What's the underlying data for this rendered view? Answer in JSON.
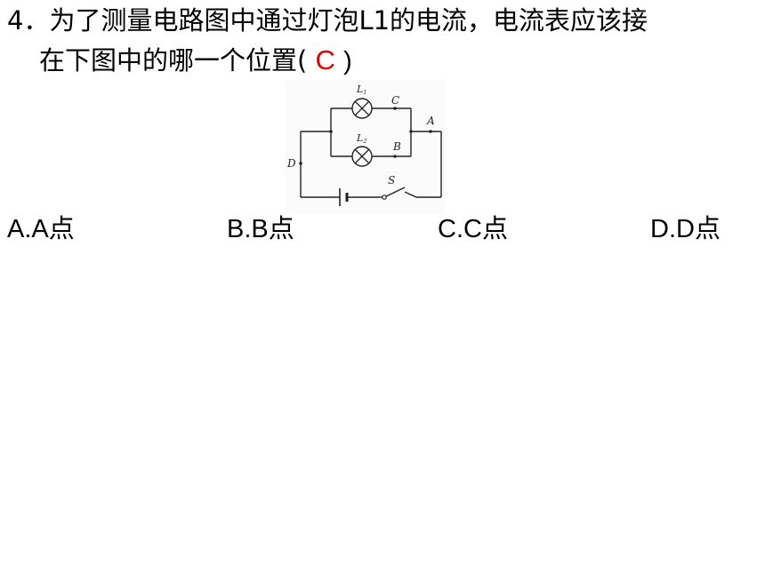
{
  "question": {
    "line1": "4．为了测量电路图中通过灯泡L1的电流，电流表应该接",
    "line2_prefix": "在下图中的哪一个位置(",
    "answer": "C",
    "line2_suffix": ")"
  },
  "circuit": {
    "labels": {
      "L1": "L",
      "L1_sub": "1",
      "L2": "L",
      "L2_sub": "2",
      "A": "A",
      "B": "B",
      "C": "C",
      "D": "D",
      "S": "S"
    }
  },
  "options": [
    {
      "letter": "A.A",
      "text": "点"
    },
    {
      "letter": "B.B",
      "text": "点"
    },
    {
      "letter": "C.C",
      "text": "点"
    },
    {
      "letter": "D.D",
      "text": "点"
    }
  ],
  "colors": {
    "answer": "#e00000",
    "text": "#000000"
  }
}
